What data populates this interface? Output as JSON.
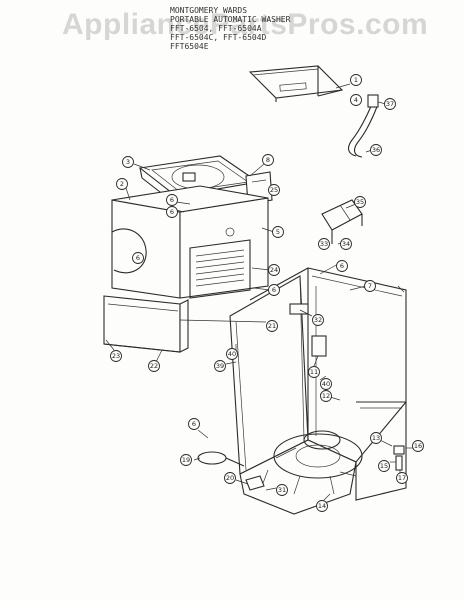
{
  "watermark": "AppliancePartsPros.com",
  "header_lines": [
    "MONTGOMERY WARDS",
    "PORTABLE AUTOMATIC WASHER",
    "FFT-6504, FFT-6504A",
    "FFT-6504C, FFT-6504D",
    "FFT6504E"
  ],
  "callouts": [
    {
      "num": "1"
    },
    {
      "num": "4"
    },
    {
      "num": "37"
    },
    {
      "num": "36"
    },
    {
      "num": "3"
    },
    {
      "num": "8"
    },
    {
      "num": "25"
    },
    {
      "num": "2"
    },
    {
      "num": "6"
    },
    {
      "num": "5"
    },
    {
      "num": "6"
    },
    {
      "num": "35"
    },
    {
      "num": "33"
    },
    {
      "num": "34"
    },
    {
      "num": "6"
    },
    {
      "num": "24"
    },
    {
      "num": "6"
    },
    {
      "num": "7"
    },
    {
      "num": "6"
    },
    {
      "num": "32"
    },
    {
      "num": "21"
    },
    {
      "num": "23"
    },
    {
      "num": "22"
    },
    {
      "num": "40"
    },
    {
      "num": "39"
    },
    {
      "num": "11"
    },
    {
      "num": "40"
    },
    {
      "num": "12"
    },
    {
      "num": "6"
    },
    {
      "num": "19"
    },
    {
      "num": "13"
    },
    {
      "num": "16"
    },
    {
      "num": "15"
    },
    {
      "num": "17"
    },
    {
      "num": "20"
    },
    {
      "num": "31"
    },
    {
      "num": "14"
    }
  ]
}
